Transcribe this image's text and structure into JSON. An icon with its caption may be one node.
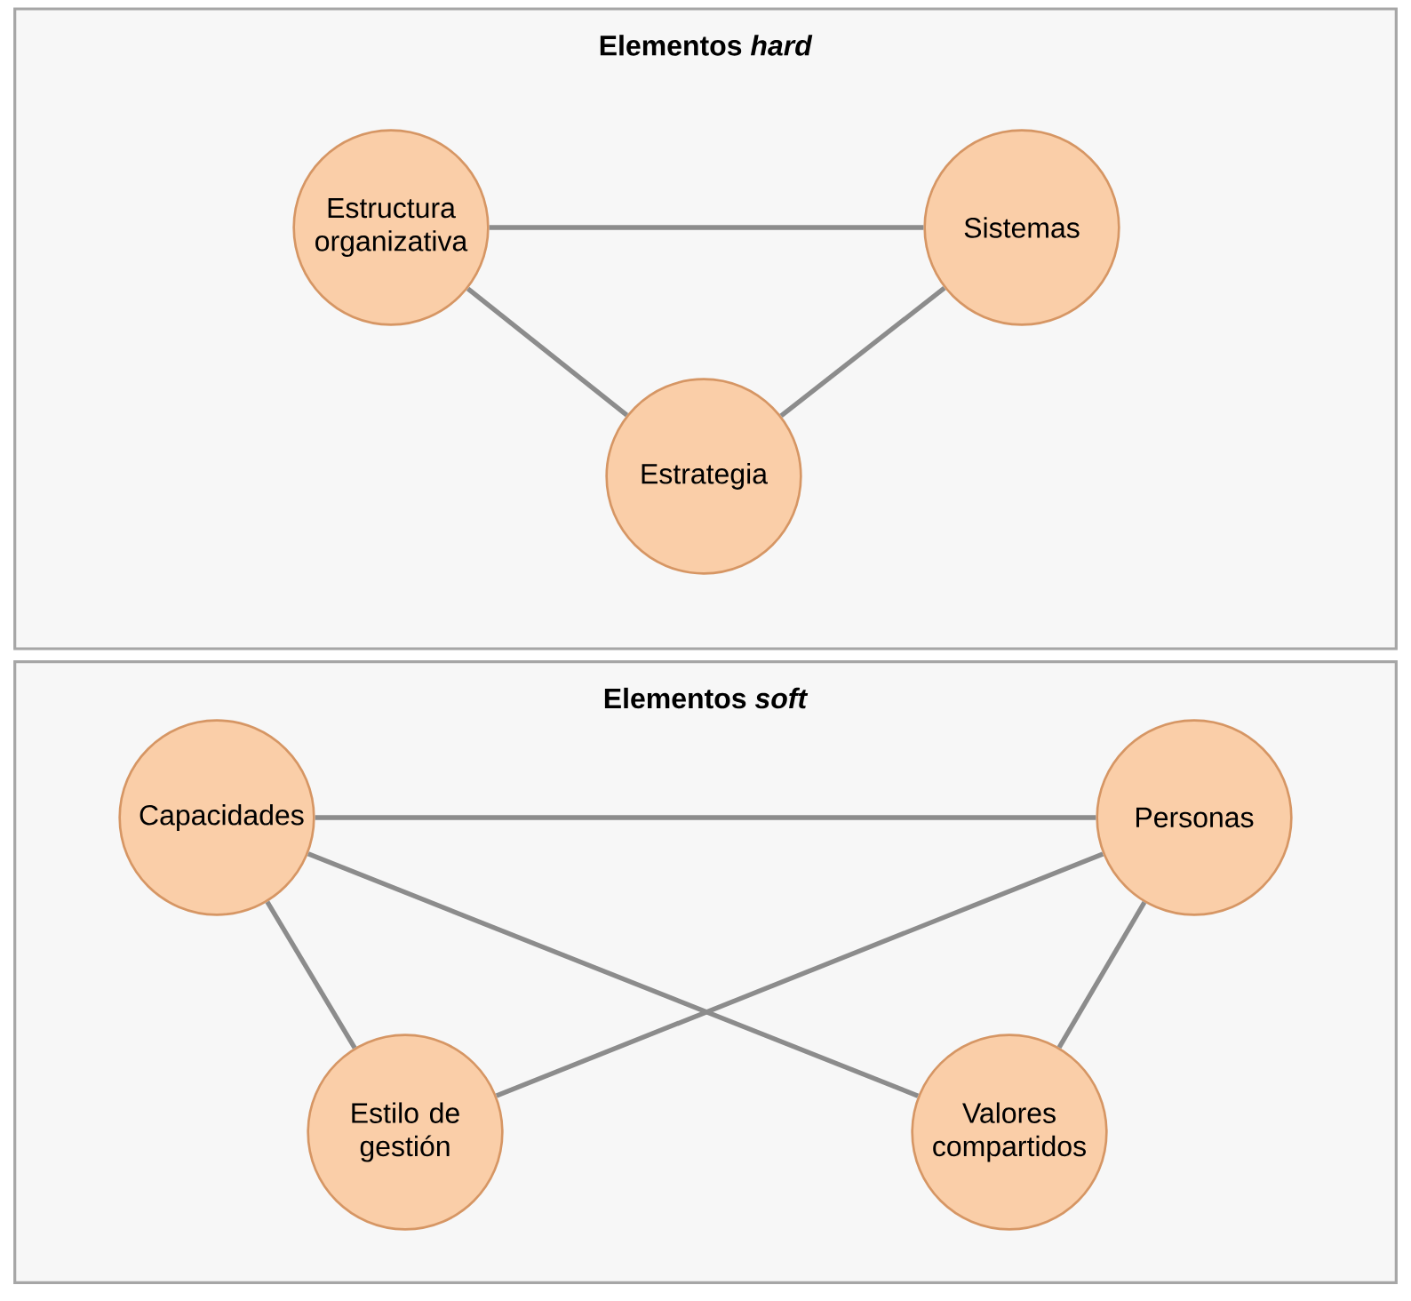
{
  "diagram": {
    "nodes": [
      {
        "text": [
          "Elementos *hard*"
        ]
      },
      {
        "text": [
          "Estructura organizativa"
        ],
        "in": 0
      },
      {
        "text": [
          "Sistemas"
        ],
        "in": 0
      },
      {
        "text": [
          "Estrategia"
        ],
        "in": 0
      },
      {
        "text": [
          "Elementos *soft*"
        ]
      },
      {
        "text": [
          "Capacidades"
        ],
        "in": 4
      },
      {
        "text": [
          "Personas"
        ],
        "in": 4
      },
      {
        "text": [
          "Estilo de gestión"
        ],
        "in": 4
      },
      {
        "text": [
          "Valores compartidos"
        ],
        "in": 4
      }
    ],
    "edges": [
      {
        "from": 1,
        "to": 2,
        "arrow": "none"
      },
      {
        "from": 1,
        "to": 3,
        "arrow": "none"
      },
      {
        "from": 2,
        "to": 3,
        "arrow": "none"
      },
      {
        "from": 5,
        "to": 6,
        "arrow": "none"
      },
      {
        "from": 5,
        "to": 7,
        "arrow": "none"
      },
      {
        "from": 5,
        "to": 8,
        "arrow": "none"
      },
      {
        "from": 6,
        "to": 7,
        "arrow": "none"
      },
      {
        "from": 6,
        "to": 8,
        "arrow": "none"
      }
    ]
  }
}
